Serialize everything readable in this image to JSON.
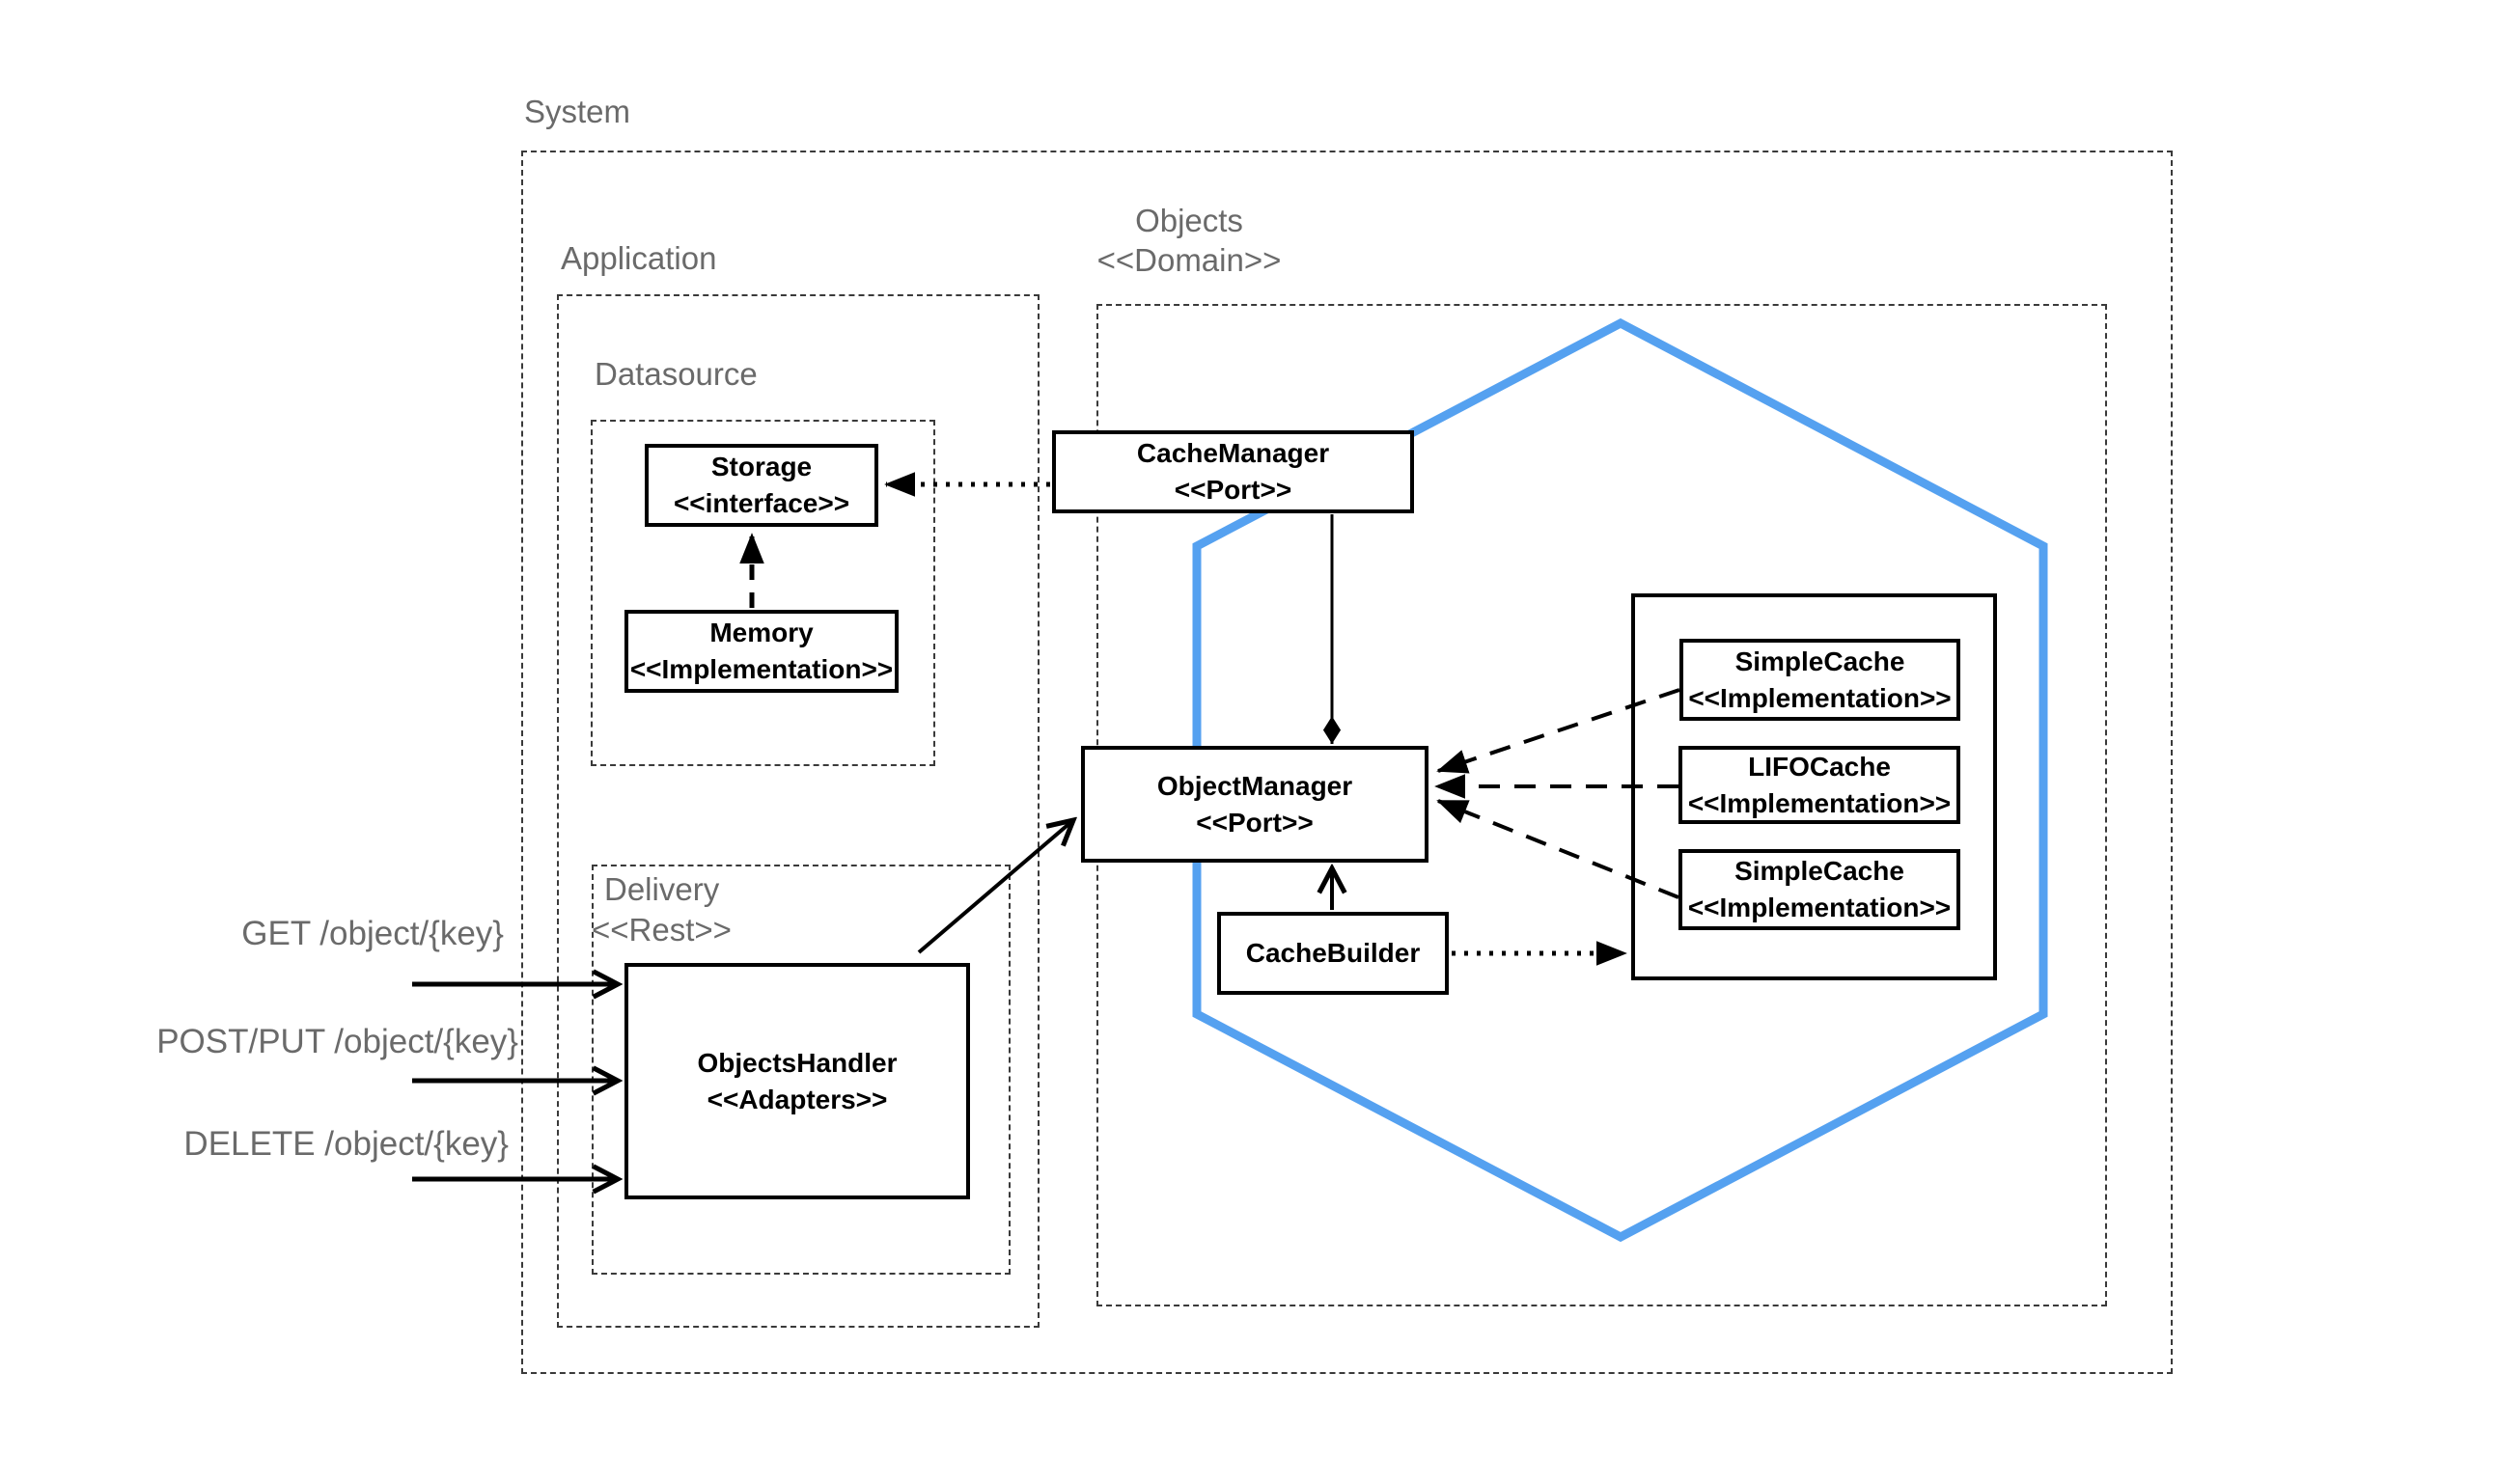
{
  "diagram_title": "System",
  "colors": {
    "hexagon_blue": "#55a1f0",
    "label_gray": "#6a6a6a",
    "line_black": "#111111"
  },
  "containers": {
    "system": {
      "label": "System"
    },
    "application": {
      "label": "Application"
    },
    "datasource": {
      "label": "Datasource"
    },
    "delivery": {
      "label": "Delivery",
      "stereotype": "<<Rest>>"
    },
    "objects": {
      "label": "Objects",
      "stereotype": "<<Domain>>"
    }
  },
  "nodes": {
    "storage": {
      "title": "Storage",
      "stereotype": "<<interface>>"
    },
    "memory": {
      "title": "Memory",
      "stereotype": "<<Implementation>>"
    },
    "cache_manager": {
      "title": "CacheManager",
      "stereotype": "<<Port>>"
    },
    "object_manager": {
      "title": "ObjectManager",
      "stereotype": "<<Port>>"
    },
    "cache_builder": {
      "title": "CacheBuilder"
    },
    "objects_handler": {
      "title": "ObjectsHandler",
      "stereotype": "<<Adapters>>"
    },
    "impl_simple_cache_1": {
      "title": "SimpleCache",
      "stereotype": "<<Implementation>>"
    },
    "impl_lifo_cache": {
      "title": "LIFOCache",
      "stereotype": "<<Implementation>>"
    },
    "impl_simple_cache_2": {
      "title": "SimpleCache",
      "stereotype": "<<Implementation>>"
    }
  },
  "endpoints": [
    {
      "label": "GET /object/{key}"
    },
    {
      "label": "POST/PUT /object/{key}"
    },
    {
      "label": "DELETE /object/{key}"
    }
  ],
  "connectors": [
    {
      "from": "Memory",
      "to": "Storage",
      "style": "dashed, filled triangle arrowhead (realization)"
    },
    {
      "from": "CacheManager",
      "to": "Storage",
      "style": "dotted, filled triangle arrowhead"
    },
    {
      "from": "CacheManager",
      "to": "ObjectManager",
      "style": "solid, filled diamond at ObjectManager (composition)"
    },
    {
      "from": "ObjectsHandler",
      "to": "ObjectManager",
      "style": "solid diagonal, open chevron arrowhead"
    },
    {
      "from": "CacheBuilder",
      "to": "ObjectManager",
      "style": "solid, open chevron arrowhead"
    },
    {
      "from": "SimpleCache (top)",
      "to": "ObjectManager",
      "style": "dashed, filled triangle arrowhead"
    },
    {
      "from": "LIFOCache",
      "to": "ObjectManager",
      "style": "dashed, filled triangle arrowhead"
    },
    {
      "from": "SimpleCache (bottom)",
      "to": "ObjectManager",
      "style": "dashed, filled triangle arrowhead"
    },
    {
      "from": "CacheBuilder",
      "to": "implementations container",
      "style": "dotted, filled triangle arrowhead"
    },
    {
      "from": "GET /object/{key}",
      "to": "ObjectsHandler",
      "style": "solid, open chevron arrowhead"
    },
    {
      "from": "POST/PUT /object/{key}",
      "to": "ObjectsHandler",
      "style": "solid, open chevron arrowhead"
    },
    {
      "from": "DELETE /object/{key}",
      "to": "ObjectsHandler",
      "style": "solid, open chevron arrowhead"
    }
  ]
}
